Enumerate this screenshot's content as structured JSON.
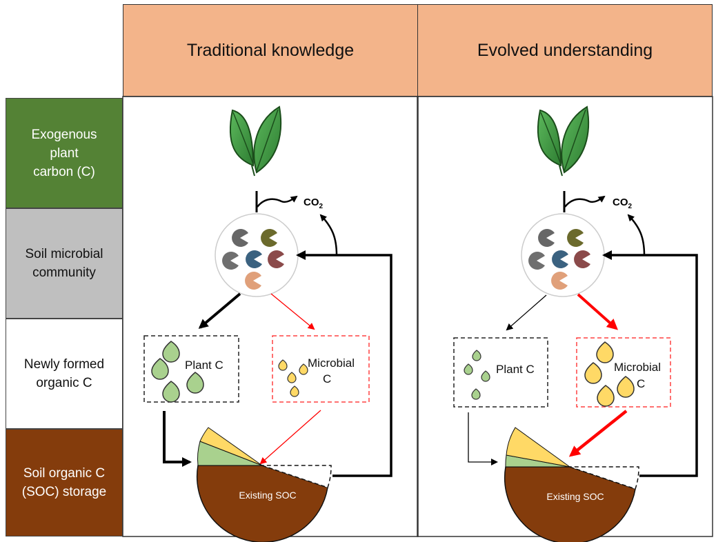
{
  "headers": {
    "left": "Traditional knowledge",
    "right": "Evolved understanding"
  },
  "rows": [
    {
      "label": "Exogenous\nplant\ncarbon (C)",
      "color": "#548235"
    },
    {
      "label": "Soil microbial\ncommunity",
      "color": "#bfbfbf"
    },
    {
      "label": "Newly formed\norganic C",
      "color": "#ffffff"
    },
    {
      "label": "Soil organic C\n(SOC) storage",
      "color": "#843c0c"
    }
  ],
  "labels": {
    "co2": "CO",
    "co2_sub": "2",
    "plant_c": "Plant C",
    "microbial_c_line1": "Microbial",
    "microbial_c_line2": "C",
    "existing_soc": "Existing SOC"
  },
  "colors": {
    "header": "#f3b48a",
    "leaf": "#3d9a3d",
    "plant_c": "#a9d18e",
    "microbial_c": "#ffd966",
    "soc": "#843c0c",
    "red_arrow": "#ff0000"
  }
}
